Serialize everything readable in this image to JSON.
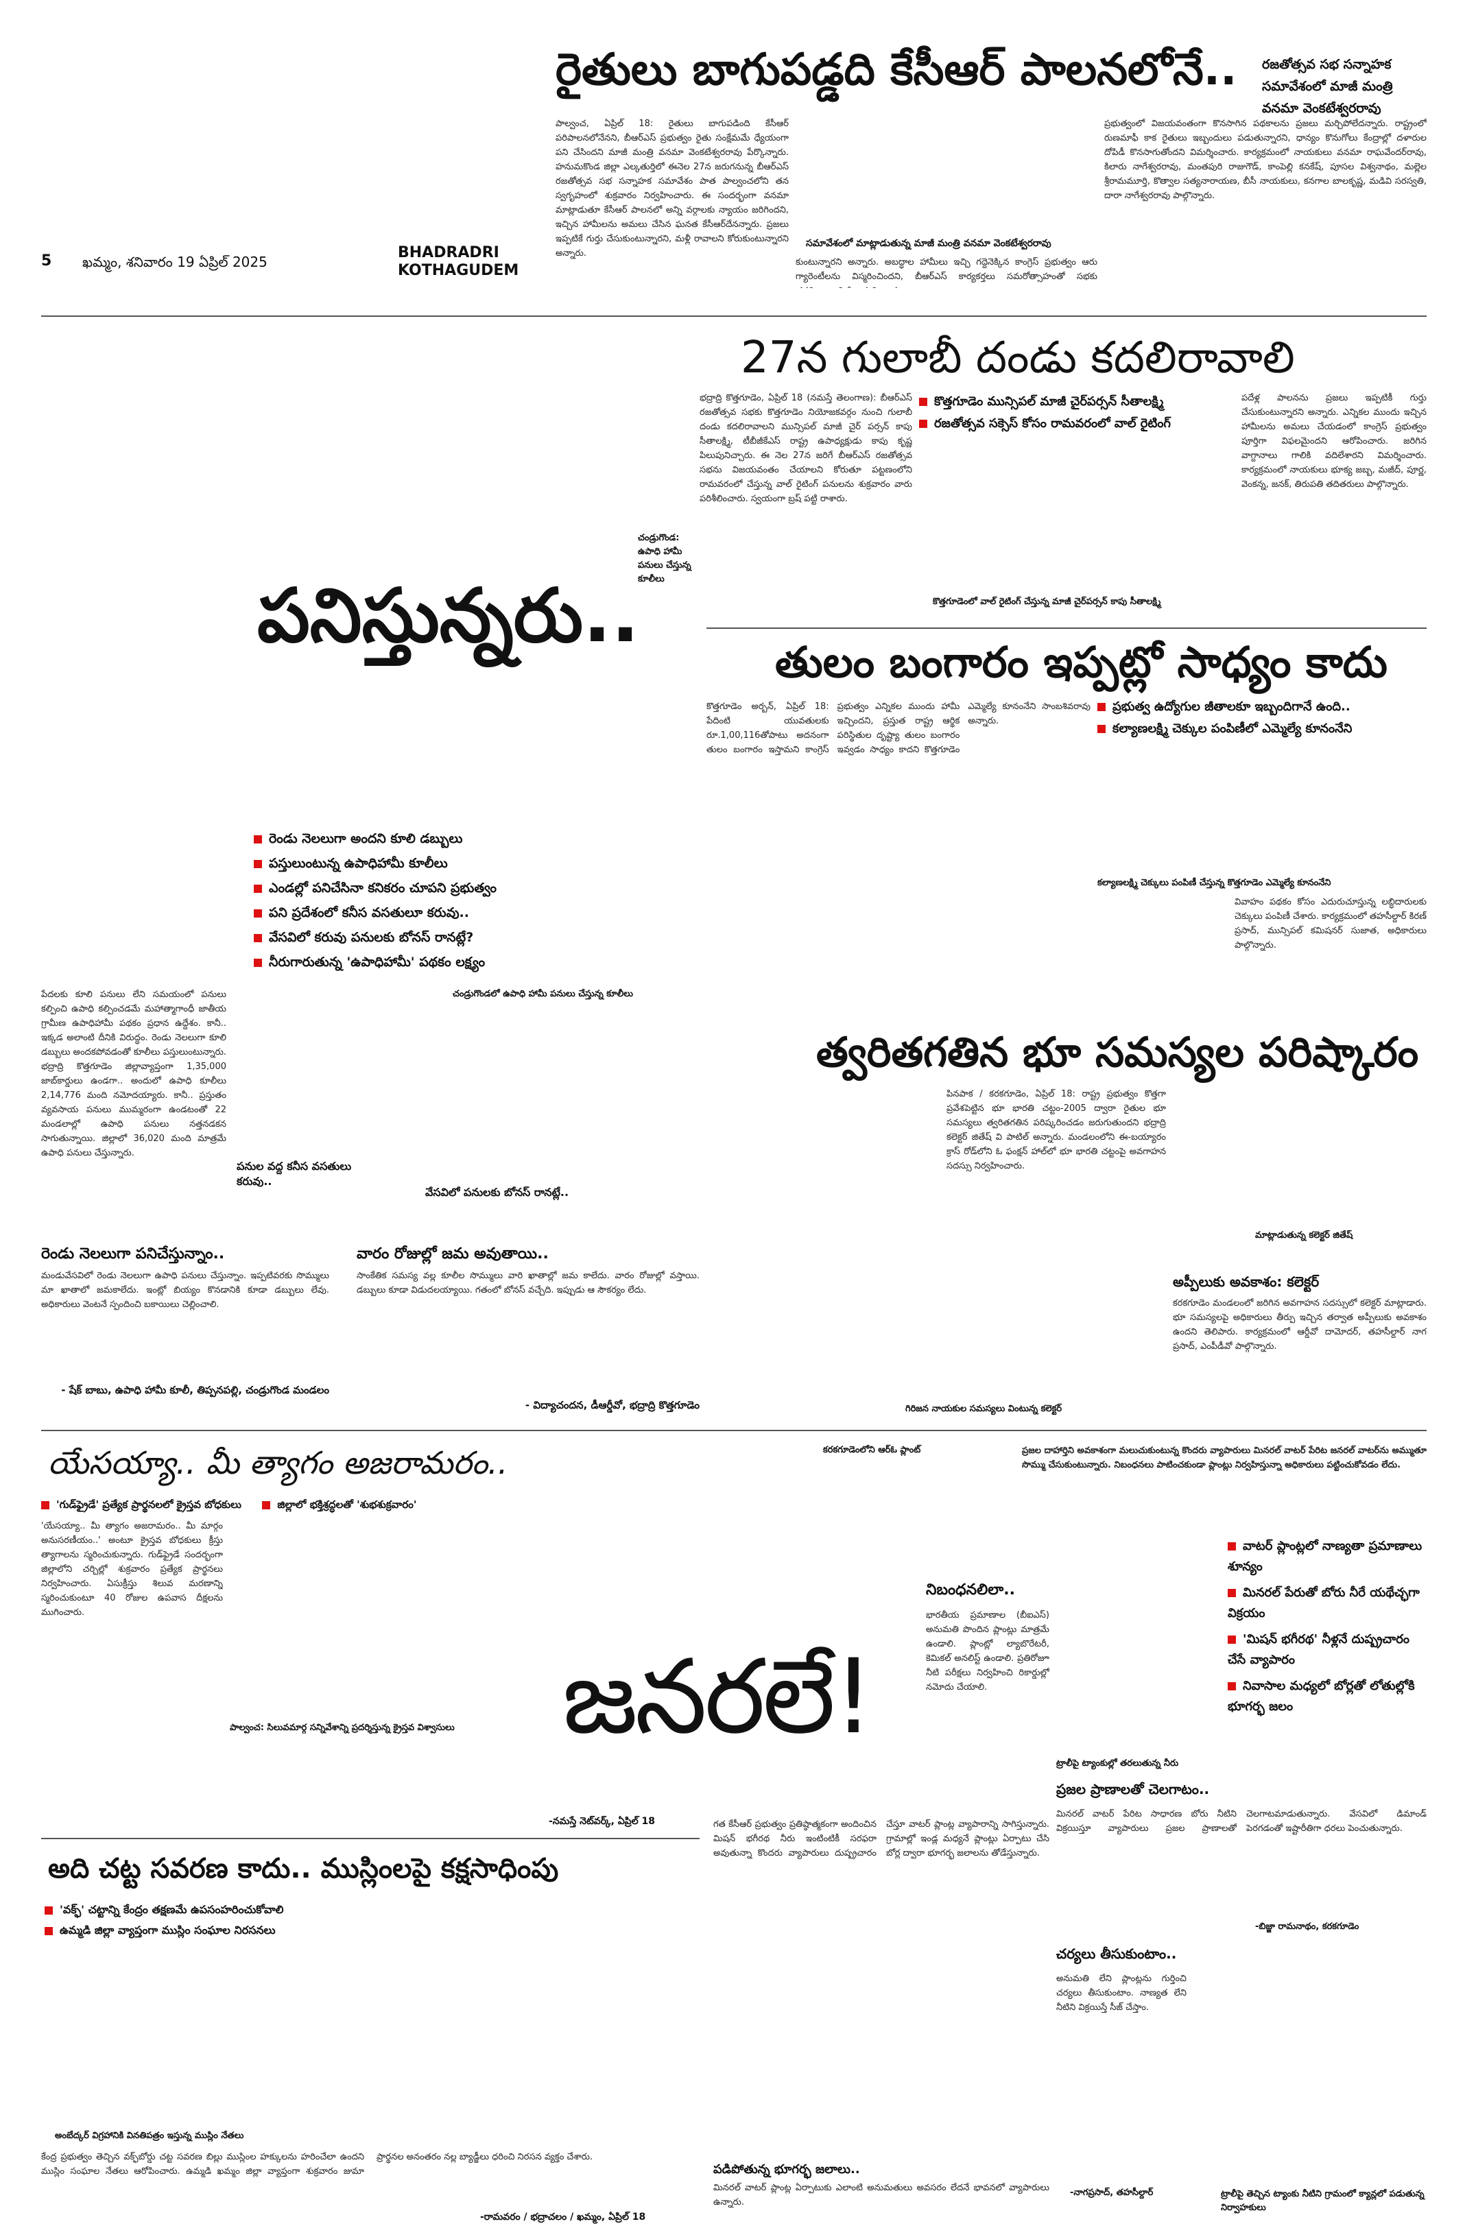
{
  "masthead": {
    "page_no": "5",
    "dateline": "ఖమ్మం, శనివారం 19 ఏప్రిల్ 2025",
    "edition_line1": "BHADRADRI",
    "edition_line2": "KOTHAGUDEM"
  },
  "story1": {
    "headline": "రైతులు బాగుపడ్డది కేసీఆర్ పాలనలోనే..",
    "side_title": "రజతోత్సవ సభ సన్నాహక సమావేశంలో మాజీ మంత్రి వనమా వెంకటేశ్వరరావు",
    "body_left": "పాల్వంచ, ఏప్రిల్ 18: రైతులు బాగుపడింది కేసీఆర్ పరిపాలనలోనేనని, బీఆర్‌ఎస్ ప్రభుత్వం రైతు సంక్షేమమే ధ్యేయంగా పని చేసిందని మాజీ మంత్రి వనమా వెంకటేశ్వరరావు పేర్కొన్నారు. హనుమకొండ జిల్లా ఎల్కతుర్తిలో ఈనెల 27న జరుగనున్న బీఆర్‌ఎస్ రజతోత్సవ సభ సన్నాహక సమావేశం పాత పాల్వంచలోని తన స్వగృహంలో శుక్రవారం నిర్వహించారు. ఈ సందర్భంగా వనమా మాట్లాడుతూ కేసీఆర్ పాలనలో అన్ని వర్గాలకు న్యాయం జరిగిందని, ఇచ్చిన హామీలను అమలు చేసిన ఘనత కేసీఆర్‌దేనన్నారు. ప్రజలు ఇప్పటికే గుర్తు చేసుకుంటున్నారని, మళ్లీ రావాలని కోరుకుంటున్నారని అన్నారు.",
    "body_mid": "కుంటున్నారని అన్నారు. అబద్ధాల హామీలు ఇచ్చి గద్దెనెక్కిన కాంగ్రెస్ ప్రభుత్వం ఆరు గ్యారెంటీలను విస్మరించిందని, బీఆర్‌ఎస్ కార్యకర్తలు సమరోత్సాహంతో సభకు తరలిరావాలని పిలుపునిచ్చారు.",
    "photo_caption": "సమావేశంలో మాట్లాడుతున్న మాజీ మంత్రి వనమా వెంకటేశ్వరరావు",
    "body_right": "ప్రభుత్వంలో విజయవంతంగా కొనసాగిన పథకాలను ప్రజలు మర్చిపోలేదన్నారు. రాష్ట్రంలో రుణమాఫీ కాక రైతులు ఇబ్బందులు పడుతున్నారని, ధాన్యం కొనుగోలు కేంద్రాల్లో దళారుల దోపిడీ కొనసాగుతోందని విమర్శించారు. కార్యక్రమంలో నాయకులు వనమా రాఘవేందర్‌రావు, కిలారు నాగేశ్వరరావు, మంతపురి రాజుగౌడ్, కాంపెల్లి కనకేష్, పూసల విశ్వనాథం, మల్లెల శ్రీరామమూర్తి, కొత్వాల సత్యనారాయణ, బీసీ నాయకులు, కనగాల బాలకృష్ణ, మడివి సరస్వతి, దారా నాగేశ్వరరావు పాల్గొన్నారు."
  },
  "story2": {
    "headline": "27న గులాబీ దండు కదలిరావాలి",
    "bullets": [
      "కొత్తగూడెం మున్సిపల్ మాజీ చైర్‌పర్సన్ సీతాలక్ష్మి",
      "రజతోత్సవ సక్సెస్ కోసం రామవరంలో వాల్ రైటింగ్"
    ],
    "body_left": "భద్రాద్రి కొత్తగూడెం, ఏప్రిల్ 18 (నమస్తే తెలంగాణ): బీఆర్‌ఎస్ రజతోత్సవ సభకు కొత్తగూడెం నియోజకవర్గం నుంచి గులాబీ దండు కదలిరావాలని మున్సిపల్ మాజీ చైర్ పర్సన్ కాపు సీతాలక్ష్మి, టీబీజీకేఎస్ రాష్ట్ర ఉపాధ్యక్షుడు కాపు కృష్ణ పిలుపునిచ్చారు. ఈ నెల 27న జరిగే బీఆర్‌ఎస్ రజతోత్సవ సభను విజయవంతం చేయాలని కోరుతూ పట్టణంలోని రామవరంలో చేస్తున్న వాల్ రైటింగ్ పనులను శుక్రవారం వారు పరిశీలించారు. స్వయంగా బ్రష్ పట్టి రాశారు.",
    "photo_caption": "కొత్తగూడెంలో వాల్ రైటింగ్ చేస్తున్న మాజీ చైర్‌పర్సన్ కాపు సీతాలక్ష్మి",
    "body_right": "పదేళ్ల పాలనను ప్రజలు ఇప్పటికీ గుర్తు చేసుకుంటున్నారని అన్నారు. ఎన్నికల ముందు ఇచ్చిన హామీలను అమలు చేయడంలో కాంగ్రెస్ ప్రభుత్వం పూర్తిగా విఫలమైందని ఆరోపించారు. జరిగిన వాగ్దానాలు గాలికి వదిలేశారని విమర్శించారు. కార్యక్రమంలో నాయకులు భూక్య జబ్బ, మజీద్, పూర్ణ, వెంకన్న, జనక్, తిరుపతి తదితరులు పాల్గొన్నారు."
  },
  "story3": {
    "headline": "పనిస్తున్నరు..",
    "photo_caption": "చండ్రుగొండ: ఉపాధి హామీ పనులు చేస్తున్న కూలీలు",
    "bullets": [
      "రెండు నెలలుగా అందని కూలి డబ్బులు",
      "పస్తులుంటున్న ఉపాధిహామీ కూలీలు",
      "ఎండల్లో పనిచేసినా కనికరం చూపని ప్రభుత్వం",
      "పని ప్రదేశంలో కనీస వసతులూ కరువు..",
      "వేసవిలో కరువు పనులకు బోనస్ రానట్లే?",
      "నీరుగారుతున్న 'ఉపాధిహామీ' పథకం లక్ష్యం"
    ],
    "body": "పేదలకు కూలి పనులు లేని సమయంలో పనులు కల్పించి ఉపాధి కల్పించడమే మహాత్మాగాంధీ జాతీయ గ్రామీణ ఉపాధిహామీ పథకం ప్రధాన ఉద్దేశం. కానీ.. ఇక్కడ అలాంటి దీనికి విరుద్ధం. రెండు నెలలుగా కూలి డబ్బులు అందకపోవడంతో కూలీలు పస్తులుంటున్నారు. భద్రాద్రి కొత్తగూడెం జిల్లావ్యాప్తంగా 1,35,000 జాబ్‌కార్డులు ఉండగా.. అందులో ఉపాధి కూలీలు 2,14,776 మంది నమోదయ్యారు. కానీ.. ప్రస్తుతం వ్యవసాయ పనులు ముమ్మరంగా ఉండటంతో 22 మండలాల్లో ఉపాధి పనులు నత్తనడకన సాగుతున్నాయి. జిల్లాలో 36,020 మంది మాత్రమే ఉపాధి పనులు చేస్తున్నారు.",
    "photo2_caption": "చండ్రుగొండలో ఉపాధి హామీ పనులు చేస్తున్న కూలీలు",
    "sub1": "రెండు నెలలుగా పనిచేస్తున్నాం..",
    "sub1_body": "మండువేసవిలో రెండు నెలలుగా ఉపాధి పనులు చేస్తున్నాం. ఇప్పటివరకు సొమ్ములు మా ఖాతాలో జమకాలేదు. ఇంట్లో బియ్యం కొనడానికి కూడా డబ్బులు లేవు. అధికారులు వెంటనే స్పందించి బకాయిలు చెల్లించాలి.",
    "sub1_byline": "- షేక్ బాబు, ఉపాధి హామీ కూలీ, తిప్పనపల్లి, చండ్రుగొండ మండలం",
    "sub2": "వారం రోజుల్లో జమ అవుతాయి..",
    "sub2_body": "సాంకేతిక సమస్య వల్ల కూలీల సొమ్ములు వారి ఖాతాల్లో జమ కాలేదు. వారం రోజుల్లో వస్తాయి. డబ్బులు కూడా విడుదలయ్యాయి. గతంలో బోనస్ వచ్చేది. ఇప్పుడు ఆ సౌకర్యం లేదు.",
    "sub2_byline": "- విద్యాచందన, డీఆర్డీవో, భద్రాద్రి కొత్తగూడెం",
    "sub3": "పనుల వద్ద కనీస వసతులు కరువు..",
    "sub4": "వేసవిలో పనులకు బోనస్ రానట్లే.."
  },
  "story4": {
    "headline": "తులం బంగారం ఇప్పట్లో సాధ్యం కాదు",
    "bullets": [
      "ప్రభుత్వ ఉద్యోగుల జీతాలకూ ఇబ్బందిగానే ఉంది..",
      "కల్యాణలక్ష్మి చెక్కుల పంపిణీలో ఎమ్మెల్యే కూనంనేని"
    ],
    "body": "కొత్తగూడెం అర్బన్, ఏప్రిల్ 18: పేదింటి యువతులకు రూ.1,00,116తోపాటు అదనంగా తులం బంగారం ఇస్తామని కాంగ్రెస్ ప్రభుత్వం ఎన్నికల ముందు హామీ ఇచ్చిందని, ప్రస్తుత రాష్ట్ర ఆర్థిక పరిస్థితుల దృష్ట్యా తులం బంగారం ఇవ్వడం సాధ్యం కాదని కొత్తగూడెం ఎమ్మెల్యే కూనంనేని సాంబశివరావు అన్నారు.",
    "photo_caption": "కల్యాణలక్ష్మి చెక్కులు పంపిణీ చేస్తున్న కొత్తగూడెం ఎమ్మెల్యే కూనంనేని",
    "body2": "వివాహం పథకం కోసం ఎదురుచూస్తున్న లబ్ధిదారులకు చెక్కులు పంపిణీ చేశారు. కార్యక్రమంలో తహసీల్దార్ కిరణ్ ప్రసాద్, మున్సిపల్ కమిషనర్ సుజాత, అధికారులు పాల్గొన్నారు."
  },
  "story5": {
    "headline": "త్వరితగతిన భూ సమస్యల పరిష్కారం",
    "body": "పినపాక / కరకగూడెం, ఏప్రిల్ 18: రాష్ట్ర ప్రభుత్వం కొత్తగా ప్రవేశపెట్టిన భూ భారతి చట్టం-2005 ద్వారా రైతుల భూ సమస్యలు త్వరితగతిన పరిష్కరించడం జరుగుతుందని భద్రాద్రి కలెక్టర్ జితేష్ వి పాటిల్ అన్నారు. మండలంలోని ఈ-బయ్యారం క్రాస్ రోడ్‌లోని ఓ ఫంక్షన్ హాల్‌లో భూ భారతి చట్టంపై అవగాహన సదస్సు నిర్వహించారు.",
    "photo_caption": "గిరిజన నాయకుల సమస్యలు వింటున్న కలెక్టర్",
    "photo2_caption": "మాట్లాడుతున్న కలెక్టర్ జితేష్",
    "sub": "అప్పీలుకు అవకాశం: కలెక్టర్",
    "sub_body": "కరకగూడెం మండలంలో జరిగిన అవగాహన సదస్సులో కలెక్టర్ మాట్లాడారు. భూ సమస్యలపై అధికారులు తీర్పు ఇచ్చిన తర్వాత అప్పీలుకు అవకాశం ఉందని తెలిపారు. కార్యక్రమంలో ఆర్డీవో దామోదర్, తహసీల్దార్ నాగ ప్రసాద్, ఎంపీడీవో పాల్గొన్నారు."
  },
  "story6": {
    "headline": "యేసయ్యా.. మీ త్యాగం అజరామరం..",
    "tags": [
      "'గుడ్‌ఫ్రైడే' ప్రత్యేక ప్రార్థనలలో క్రైస్తవ బోధకులు",
      "జిల్లాలో భక్తిశ్రద్ధలతో 'శుభశుక్రవారం'"
    ],
    "body": "'యేసయ్యా.. మీ త్యాగం అజరామరం.. మీ మార్గం అనుసరణీయం..' అంటూ క్రైస్తవ బోధకులు క్రీస్తు త్యాగాలను స్మరించుకున్నారు. గుడ్‌ఫ్రైడే సందర్భంగా జిల్లాలోని చర్చిల్లో శుక్రవారం ప్రత్యేక ప్రార్థనలు నిర్వహించారు. ఏసుక్రీస్తు శిలువ మరణాన్ని స్మరించుకుంటూ 40 రోజుల ఉపవాస దీక్షలను ముగించారు.",
    "photo_caption": "పాల్వంచ: సిలువమార్గ సన్నివేశాన్ని ప్రదర్శిస్తున్న క్రైస్తవ విశ్వాసులు",
    "byline": "-నమస్తే నెట్‌వర్క్, ఏప్రిల్ 18"
  },
  "story7": {
    "headline": "అది చట్ట సవరణ కాదు.. ముస్లింలపై కక్షసాధింపు",
    "bullets": [
      "'వక్ఫ్' చట్టాన్ని కేంద్రం తక్షణమే ఉపసంహరించుకోవాలి",
      "ఉమ్మడి జిల్లా వ్యాప్తంగా ముస్లిం సంఘాల నిరసనలు"
    ],
    "body": "కేంద్ర ప్రభుత్వం తెచ్చిన వక్ఫ్‌బోర్డు చట్ట సవరణ బిల్లు ముస్లింల హక్కులను హరించేలా ఉందని ముస్లిం సంఘాల నేతలు ఆరోపించారు. ఉమ్మడి ఖమ్మం జిల్లా వ్యాప్తంగా శుక్రవారం జుమా ప్రార్థనల అనంతరం నల్ల బ్యాడ్జీలు ధరించి నిరసన వ్యక్తం చేశారు.",
    "photo_caption": "అంబేద్కర్ విగ్రహానికి వినతిపత్రం ఇస్తున్న ముస్లిం నేతలు",
    "byline": "-రామవరం / భద్రాచలం / ఖమ్మం, ఏప్రిల్ 18"
  },
  "story8": {
    "headline": "జనరలే!",
    "photo_caption": "కరకగూడెంలోని ఆర్‌ఓ ప్లాంట్",
    "lede": "ప్రజల దాహార్తిని అవకాశంగా మలుచుకుంటున్న కొందరు వ్యాపారులు మినరల్ వాటర్ పేరిట జనరల్ వాటర్‌ను అమ్ముతూ సొమ్ము చేసుకుంటున్నారు. నిబంధనలు పాటించకుండా ప్లాంట్లు నిర్వహిస్తున్నా అధికారులు పట్టించుకోవడం లేదు.",
    "bullets": [
      "వాటర్ ప్లాంట్లలో నాణ్యతా ప్రమాణాలు శూన్యం",
      "మినరల్ పేరుతో బోరు నీరే యథేచ్ఛగా విక్రయం",
      "'మిషన్ భగీరథ' నీళ్లనే దుష్ప్రచారం చేసే వ్యాపారం",
      "నివాసాల మధ్యలో బోర్లతో లోతుల్లోకి భూగర్భ జలం"
    ],
    "sub1": "నిబంధనలిలా..",
    "sub1_body": "భారతీయ ప్రమాణాల (బీఐఎస్) అనుమతి పొందిన ప్లాంట్లు మాత్రమే ఉండాలి. ప్లాంట్లో ల్యాబొరేటరీ, కెమికల్ అనలిస్ట్ ఉండాలి. ప్రతిరోజూ నీటి పరీక్షలు నిర్వహించి రికార్డుల్లో నమోదు చేయాలి.",
    "photo2_caption": "ట్రాలీపై ట్యాంకుల్లో తరలుతున్న నీరు",
    "sub2": "ప్రజల ప్రాణాలతో చెలగాటం..",
    "sub2_body": "మినరల్ వాటర్ పేరిట సాధారణ బోరు నీటిని విక్రయిస్తూ వ్యాపారులు ప్రజల ప్రాణాలతో చెలగాటమాడుతున్నారు. వేసవిలో డిమాండ్ పెరగడంతో ఇష్టారీతిగా ధరలు పెంచుతున్నారు.",
    "sub2_byline": "-బిజ్జా రామనాథం, కరకగూడెం",
    "sub3": "చర్యలు తీసుకుంటాం..",
    "sub3_body": "అనుమతి లేని ప్లాంట్లను గుర్తించి చర్యలు తీసుకుంటాం. నాణ్యత లేని నీటిని విక్రయిస్తే సీజ్ చేస్తాం.",
    "sub3_byline": "-నాగప్రసాద్, తహసీల్దార్",
    "body": "గత కేసీఆర్ ప్రభుత్వం ప్రతిష్ఠాత్మకంగా అందించిన మిషన్ భగీరథ నీరు ఇంటింటికీ సరఫరా అవుతున్నా కొందరు వ్యాపారులు దుష్ప్రచారం చేస్తూ వాటర్ ప్లాంట్ల వ్యాపారాన్ని సాగిస్తున్నారు. గ్రామాల్లో ఇండ్ల మధ్యనే ప్లాంట్లు ఏర్పాటు చేసి బోర్ల ద్వారా భూగర్భ జలాలను తోడేస్తున్నారు.",
    "sub4": "పడిపోతున్న భూగర్భ జలాలు..",
    "sub4_body": "మినరల్ వాటర్ ప్లాంట్ల ఏర్పాటుకు ఎలాంటి అనుమతులు అవసరం లేదనే భావనలో వ్యాపారులు ఉన్నారు.",
    "photo3_caption": "ట్రాలీపై తెచ్చిన ట్యాంకు నీటిని గ్రామంలో క్యాన్లలో పడుతున్న నిర్వాహకులు"
  }
}
